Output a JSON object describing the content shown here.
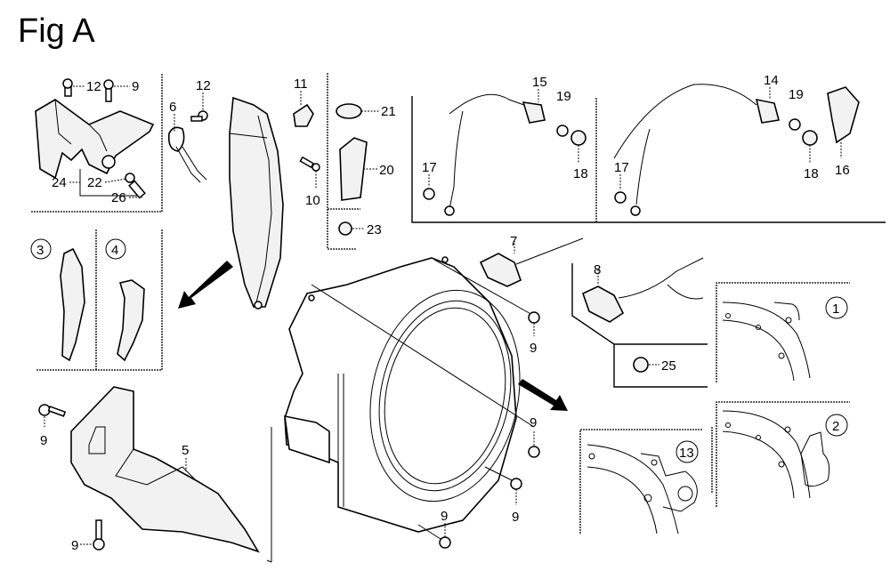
{
  "figure": {
    "title": "Fig A",
    "arrows": [
      "arrow-to-left-detail",
      "arrow-to-right-detail"
    ]
  },
  "callouts": {
    "c12a": "12",
    "c9a": "9",
    "c24": "24",
    "c22": "22",
    "c26": "26",
    "c6": "6",
    "c12b": "12",
    "c11": "11",
    "c10": "10",
    "c21": "21",
    "c20": "20",
    "c23": "23",
    "c15": "15",
    "c19a": "19",
    "c17a": "17",
    "c18a": "18",
    "c14": "14",
    "c19b": "19",
    "c17b": "17",
    "c18b": "18",
    "c16": "16",
    "c7": "7",
    "c8": "8",
    "c25": "25",
    "c9b": "9",
    "c9c": "9",
    "c9d": "9",
    "c9e": "9",
    "c9f": "9",
    "c9g": "9",
    "c5": "5"
  },
  "detail_views": {
    "v1": "1",
    "v2": "2",
    "v3": "3",
    "v4": "4",
    "v13": "13"
  }
}
